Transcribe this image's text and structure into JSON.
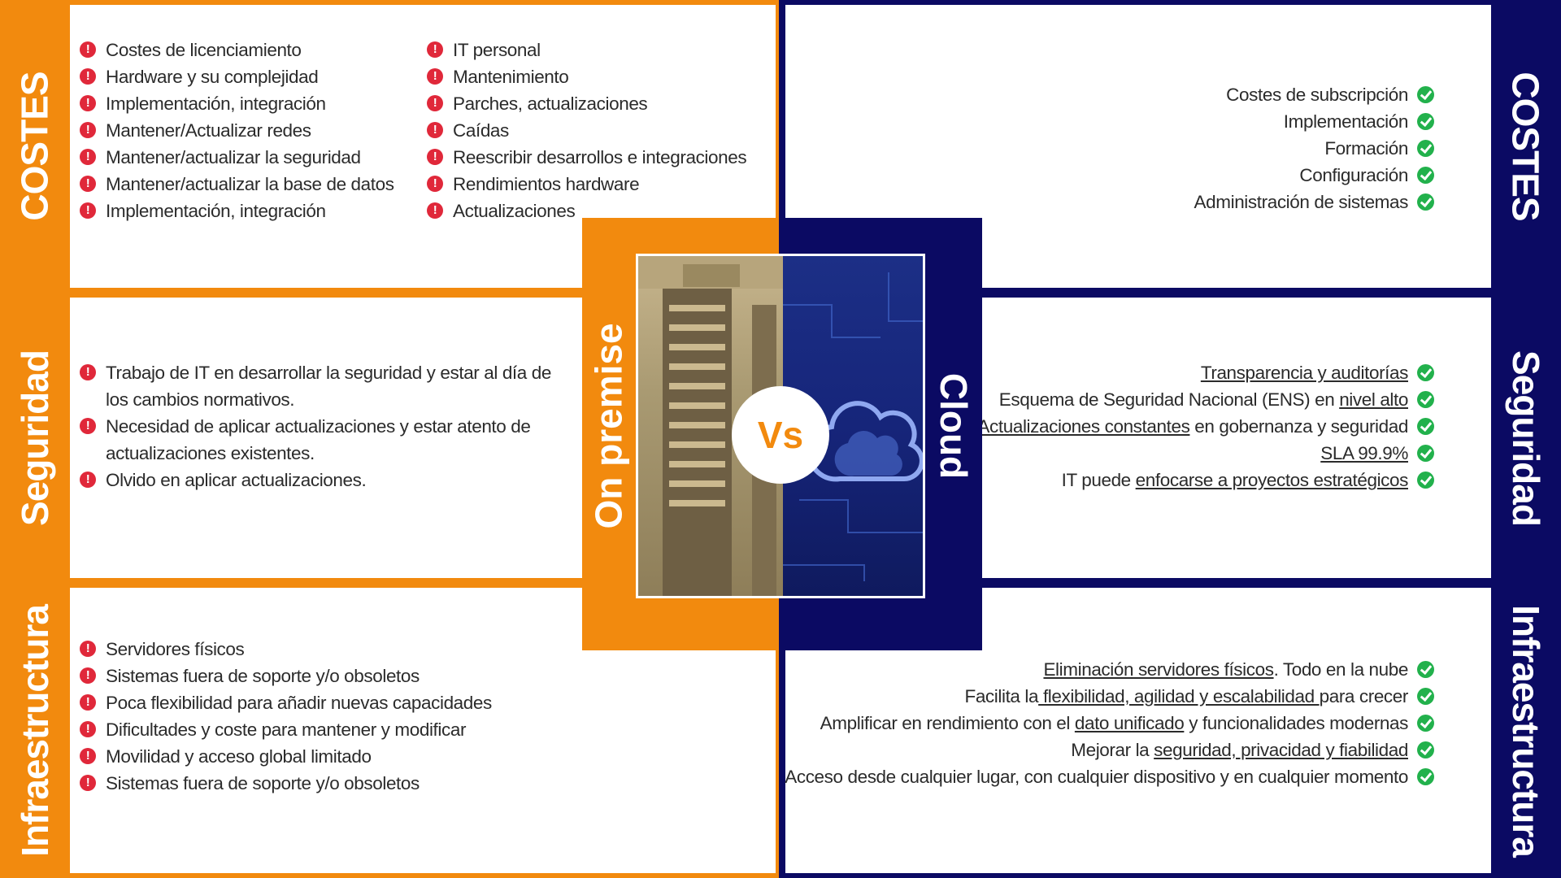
{
  "colors": {
    "on_premise": "#f28a0e",
    "cloud": "#0b0a63",
    "bad_icon": "#e0283a",
    "good_icon": "#22b14c"
  },
  "center": {
    "left_label": "On premise",
    "vs": "Vs",
    "right_label": "Cloud"
  },
  "side_labels": {
    "costes": "COSTES",
    "seguridad": "Seguridad",
    "infraestructura": "Infraestructura"
  },
  "on_premise": {
    "costes": {
      "col1": [
        "Costes de licenciamiento",
        "Hardware y su complejidad",
        "Implementación, integración",
        "Mantener/Actualizar redes",
        "Mantener/actualizar la seguridad",
        "Mantener/actualizar la base de datos",
        "Implementación, integración"
      ],
      "col2": [
        "IT personal",
        "Mantenimiento",
        "Parches, actualizaciones",
        "Caídas",
        "Reescribir desarrollos e integraciones",
        "Rendimientos hardware",
        "Actualizaciones"
      ]
    },
    "seguridad": [
      "Trabajo de IT en desarrollar la seguridad y estar al día de los cambios normativos.",
      "Necesidad de aplicar actualizaciones y estar atento de actualizaciones existentes.",
      "Olvido en aplicar actualizaciones."
    ],
    "infraestructura": [
      "Servidores físicos",
      "Sistemas fuera de soporte y/o obsoletos",
      "Poca flexibilidad para añadir nuevas capacidades",
      "Dificultades y coste para mantener y modificar",
      "Movilidad y acceso global limitado",
      "Sistemas fuera de soporte y/o obsoletos"
    ]
  },
  "cloud": {
    "costes": [
      "Costes de subscripción",
      "Implementación",
      "Formación",
      "Configuración",
      "Administración de sistemas"
    ],
    "seguridad": [
      {
        "u": "Transparencia y auditorías"
      },
      {
        "pre": "Esquema de Seguridad Nacional (ENS) en ",
        "u": "nivel alto"
      },
      {
        "u": "Actualizaciones constantes",
        "post": " en gobernanza y seguridad"
      },
      {
        "u": "SLA 99.9%"
      },
      {
        "pre": "IT puede ",
        "u": "enfocarse a proyectos estratégicos"
      }
    ],
    "infraestructura": [
      {
        "u": "Eliminación servidores físicos",
        "post": ". Todo en la nube"
      },
      {
        "pre": "Facilita la",
        "u": " flexibilidad, agilidad y escalabilidad ",
        "post": "para crecer"
      },
      {
        "pre": "Amplificar en rendimiento con el ",
        "u": "dato unificado",
        "post": " y funcionalidades modernas"
      },
      {
        "pre": "Mejorar la ",
        "u": "seguridad, privacidad y fiabilidad"
      },
      {
        "pre": "Acceso desde cualquier lugar, con cualquier dispositivo y en cualquier momento"
      }
    ]
  }
}
